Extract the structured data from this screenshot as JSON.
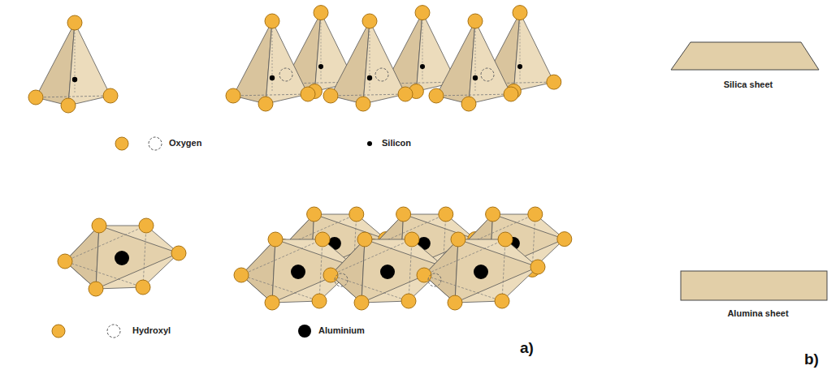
{
  "diagram": {
    "nodes": [
      {
        "text": [
          "Silica sheet"
        ]
      },
      {
        "text": [
          "Alumina sheet"
        ]
      }
    ],
    "labels": [
      "a)",
      "b)"
    ],
    "legend": [
      {
        "text": "Oxygen"
      },
      {
        "text": "Silicon"
      },
      {
        "text": "Hydroxyl"
      },
      {
        "text": "Aluminium"
      }
    ]
  }
}
